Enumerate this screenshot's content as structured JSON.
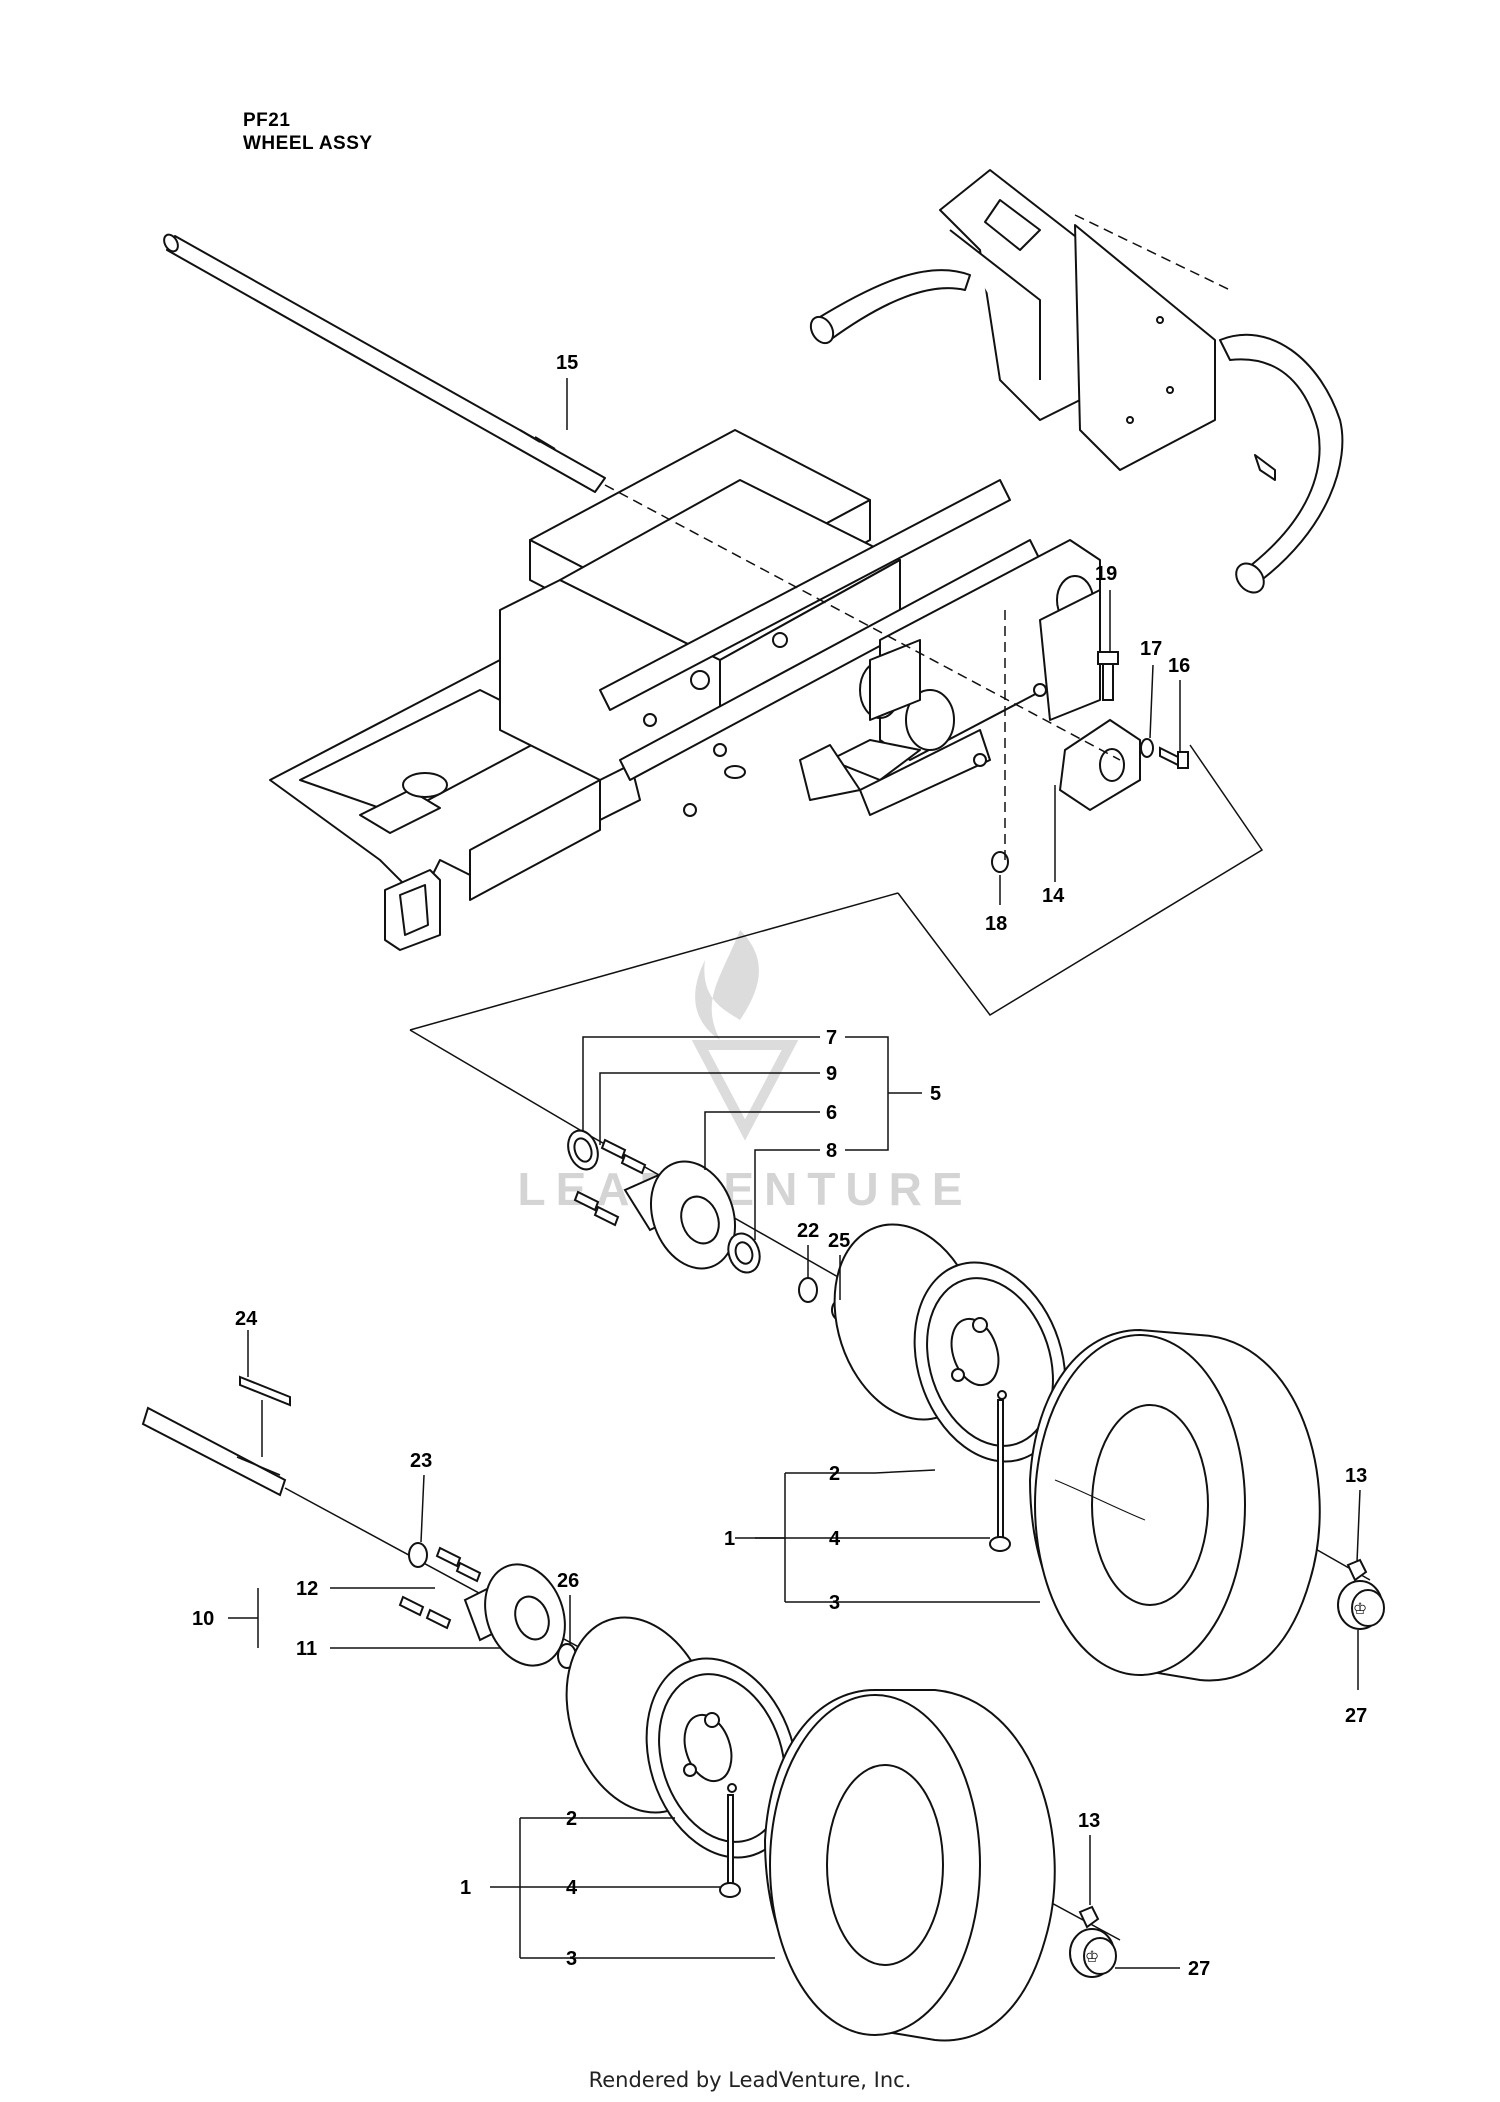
{
  "header": {
    "code": "PF21",
    "title": "WHEEL ASSY"
  },
  "callouts": {
    "c15": "15",
    "c19": "19",
    "c17": "17",
    "c16": "16",
    "c14": "14",
    "c18": "18",
    "c7": "7",
    "c9": "9",
    "c6": "6",
    "c8": "8",
    "c5": "5",
    "c22": "22",
    "c25": "25",
    "c24": "24",
    "c23": "23",
    "c26": "26",
    "c12": "12",
    "c10": "10",
    "c11": "11",
    "c2a": "2",
    "c1a": "1",
    "c4a": "4",
    "c3a": "3",
    "c13a": "13",
    "c27a": "27",
    "c2b": "2",
    "c1b": "1",
    "c4b": "4",
    "c3b": "3",
    "c13b": "13",
    "c27b": "27"
  },
  "watermark": "LEADVENTURE",
  "footer": "Rendered by LeadVenture, Inc."
}
